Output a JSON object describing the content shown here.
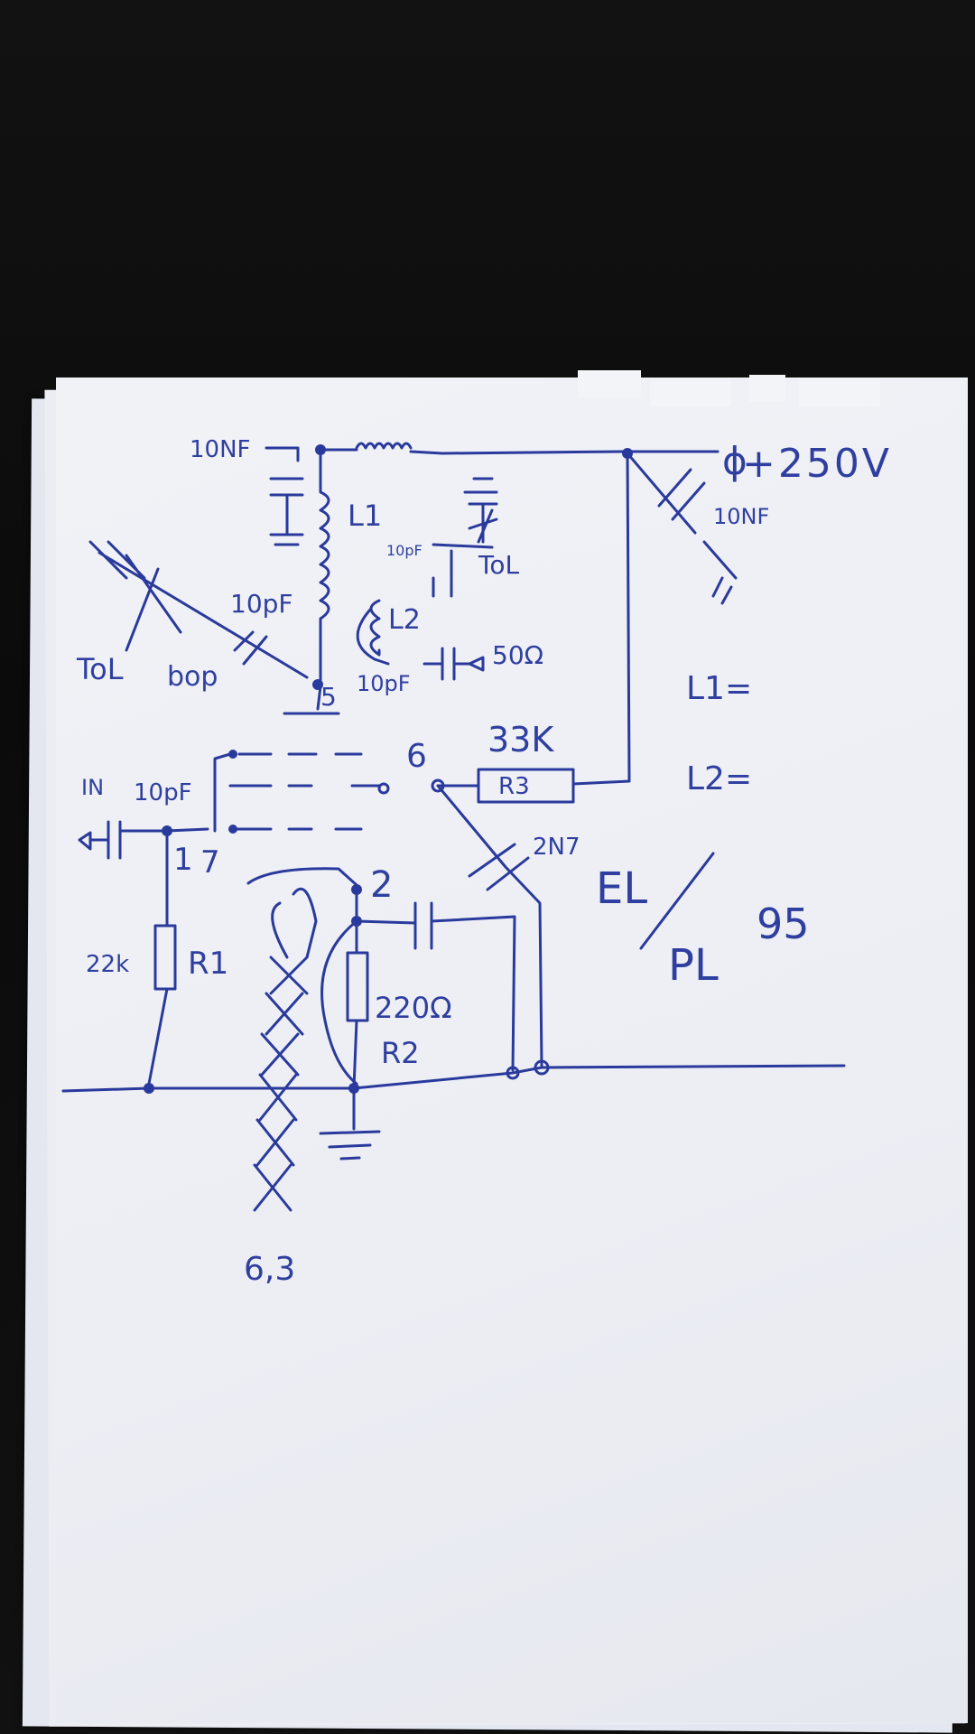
{
  "sheet": {
    "supply": "+250V",
    "supply_marker": "ϕ",
    "tube": {
      "line1": "EL",
      "line2": "PL",
      "number": "95"
    },
    "labels": {
      "c_10nf_left": "10NF",
      "l1": "L1",
      "c_10pf_crossed": "10pF",
      "tol_right": "ToL",
      "c_10pf_mid": "10pF",
      "tol_left": "ToL",
      "bop": "bop",
      "l2": "L2",
      "c_10pf_out": "10pF",
      "out_50": "50Ω",
      "c_10nf_right": "10NF",
      "pin5": "5",
      "pin6": "6",
      "r3_value": "33K",
      "r3": "R3",
      "in": "IN",
      "c_in": "10pF",
      "pin1": "1",
      "pin7": "7",
      "pin2": "2",
      "c_2n7": "2N7",
      "r1_value": "22k",
      "r1": "R1",
      "r2_value": "220Ω",
      "r2": "R2",
      "heater": "6,3",
      "l1_eq": "L1=",
      "l2_eq": "L2="
    }
  }
}
